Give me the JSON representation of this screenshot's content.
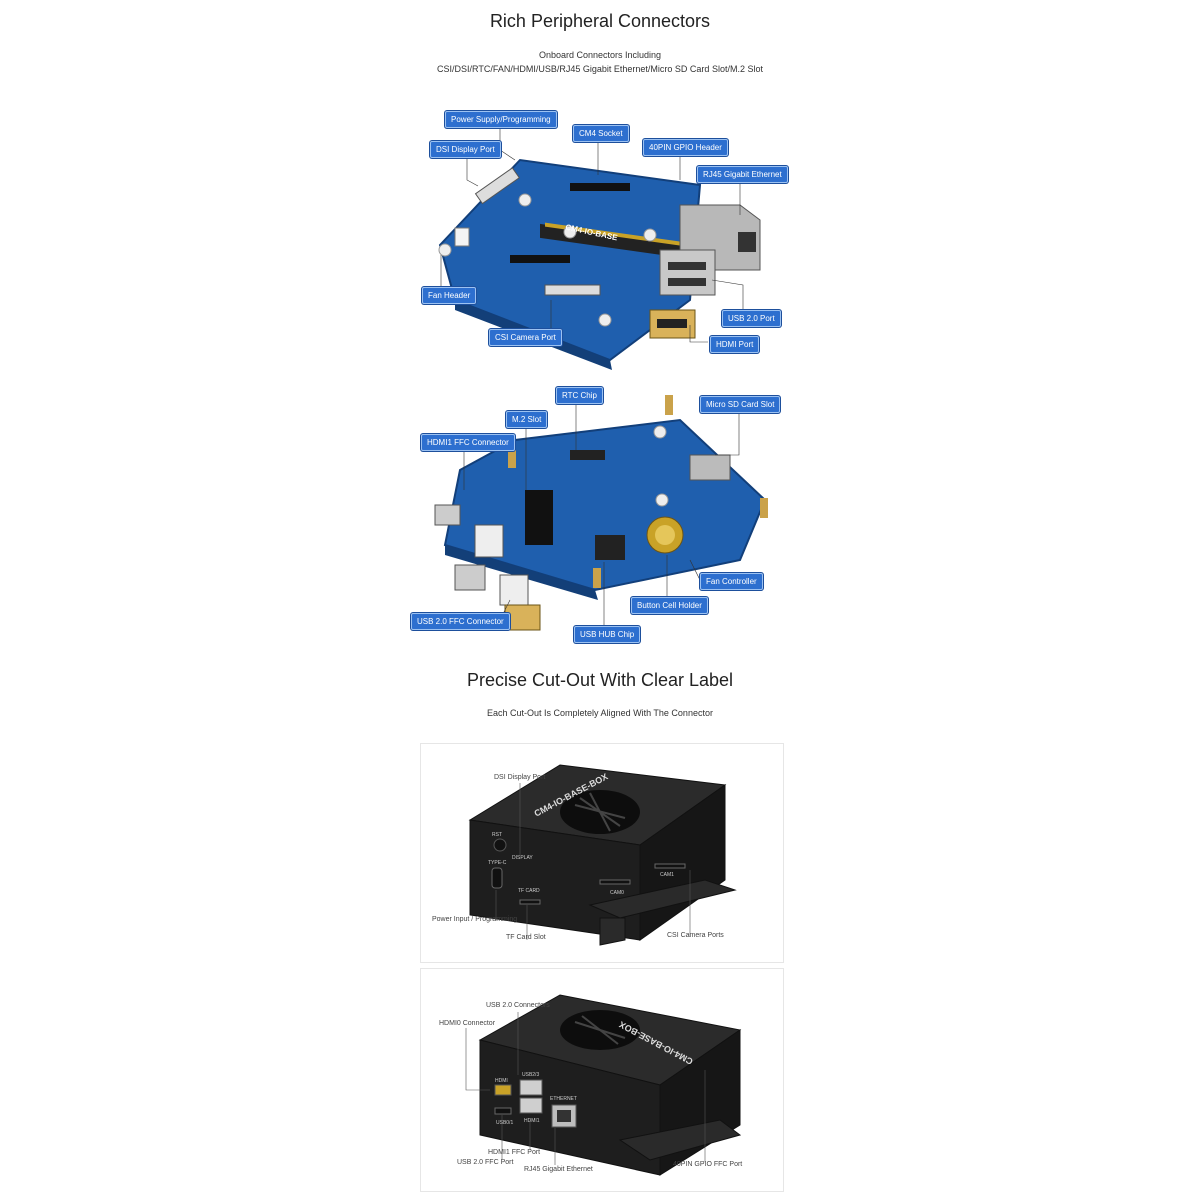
{
  "section1": {
    "title": "Rich Peripheral Connectors",
    "subtitle_line1": "Onboard Connectors Including",
    "subtitle_line2": "CSI/DSI/RTC/FAN/HDMI/USB/RJ45 Gigabit Ethernet/Micro SD Card Slot/M.2 Slot",
    "board_silk": "CM4-IO-BASE",
    "top_callouts": {
      "power": "Power Supply/Programming",
      "cm4": "CM4 Socket",
      "dsi": "DSI Display Port",
      "gpio": "40PIN GPIO Header",
      "rj45": "RJ45 Gigabit Ethernet",
      "fan": "Fan Header",
      "usb": "USB 2.0 Port",
      "csi": "CSI Camera Port",
      "hdmi": "HDMI Port"
    },
    "bottom_callouts": {
      "rtc": "RTC Chip",
      "sd": "Micro SD Card Slot",
      "m2": "M.2 Slot",
      "hdmi1": "HDMI1 FFC Connector",
      "fanctl": "Fan Controller",
      "battery": "Button Cell Holder",
      "usbffc": "USB 2.0 FFC Connector",
      "hub": "USB HUB Chip"
    }
  },
  "section2": {
    "title": "Precise Cut-Out With Clear Label",
    "subtitle": "Each Cut-Out Is Completely Aligned With The Connector",
    "box_name": "CM4-IO-BASE-BOX",
    "box1_labels": {
      "dsi": "DSI Display Port",
      "power": "Power Input / Programming",
      "tf": "TF Card Slot",
      "csi": "CSI Camera Ports"
    },
    "box1_silk": {
      "rst": "RST",
      "type_c": "TYPE-C",
      "display": "DISPLAY",
      "tfcard": "TF CARD",
      "cam0": "CAM0",
      "cam1": "CAM1"
    },
    "box2_labels": {
      "usb": "USB 2.0 Connectors",
      "hdmi0": "HDMI0 Connector",
      "usbffc": "USB 2.0 FFC Port",
      "hdmi1": "HDMI1 FFC Port",
      "rj45": "RJ45 Gigabit Ethernet",
      "gpio": "40PIN GPIO FFC Port"
    },
    "box2_silk": {
      "hdmi": "HDMI",
      "usb23": "USB2/3",
      "usb01": "USB0/1",
      "hdmi1": "HDMI1",
      "ethernet": "ETHERNET"
    }
  },
  "colors": {
    "callout": "#2d6fcf",
    "pcb": "#1f5fae",
    "case": "#1e1e1e"
  }
}
